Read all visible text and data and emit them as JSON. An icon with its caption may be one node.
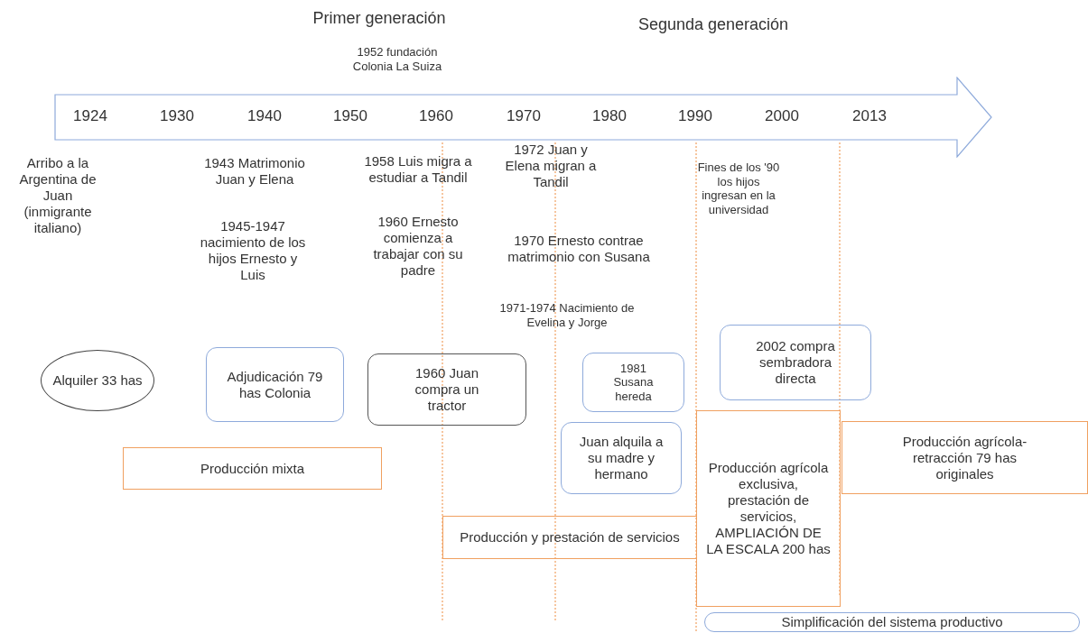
{
  "diagram": {
    "nodes": [
      {
        "text": [
          "1924",
          "1930",
          "1940",
          "1950",
          "1960",
          "1970",
          "1980",
          "1990",
          "2000",
          "2013"
        ]
      },
      {
        "text": [
          "Alquiler 33 has"
        ]
      },
      {
        "text": [
          "Adjudicación 79 has Colonia"
        ]
      },
      {
        "text": [
          "1960 Juan compra un tractor"
        ]
      },
      {
        "text": [
          "1981 Susana hereda"
        ]
      },
      {
        "text": [
          "2002 compra sembradora directa"
        ]
      },
      {
        "text": [
          "Producción mixta"
        ]
      },
      {
        "text": [
          "Juan alquila a su madre y hermano"
        ]
      },
      {
        "text": [
          "Producción y prestación de servicios"
        ]
      },
      {
        "text": [
          "Producción agrícola exclusiva, prestación de servicios, AMPLIACIÓN DE LA ESCALA 200 has"
        ]
      },
      {
        "text": [
          "Producción agrícola-retracción 79 has originales"
        ]
      },
      {
        "text": [
          "Simplificación del sistema productivo"
        ]
      }
    ],
    "labels": [
      "Primer generación",
      "Segunda generación",
      "1952 fundación Colonia La Suiza",
      "Arribo a la Argentina de Juan (inmigrante italiano)",
      "1943 Matrimonio Juan y Elena",
      "1945-1947 nacimiento de los hijos Ernesto y Luis",
      "1958 Luis migra a estudiar a Tandil",
      "1960 Ernesto comienza a trabajar con su padre",
      "1972 Juan y Elena migran a Tandil",
      "1970 Ernesto contrae matrimonio con Susana",
      "1971-1974 Nacimiento de Evelina y Jorge",
      "Fines de los '90 los hijos ingresan en la universidad"
    ]
  }
}
